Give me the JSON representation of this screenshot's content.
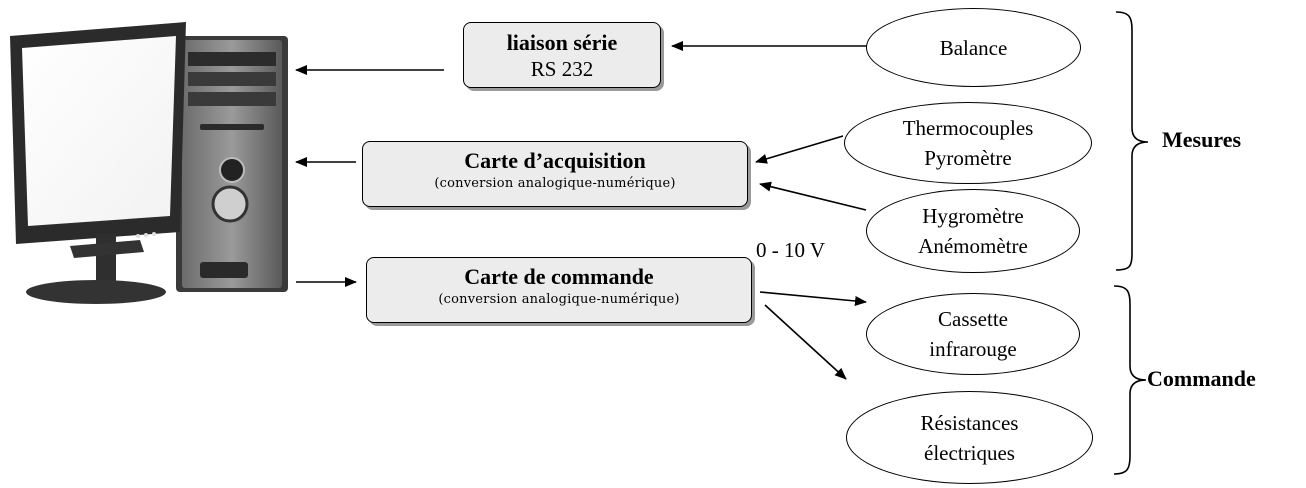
{
  "serial_box": {
    "title": "liaison série",
    "subtitle": "RS 232"
  },
  "acquisition_box": {
    "title": "Carte d’acquisition",
    "subtitle": "(conversion analogique-numérique)"
  },
  "command_box": {
    "title": "Carte de commande",
    "subtitle": "(conversion analogique-numérique)"
  },
  "voltage_label": "0 - 10 V",
  "measures": {
    "label": "Mesures",
    "items": [
      {
        "line1": "Balance",
        "line2": ""
      },
      {
        "line1": "Thermocouples",
        "line2": "Pyromètre"
      },
      {
        "line1": "Hygromètre",
        "line2": "Anémomètre"
      }
    ]
  },
  "commands": {
    "label": "Commande",
    "items": [
      {
        "line1": "Cassette",
        "line2": "infrarouge"
      },
      {
        "line1": "Résistances",
        "line2": "électriques"
      }
    ]
  }
}
